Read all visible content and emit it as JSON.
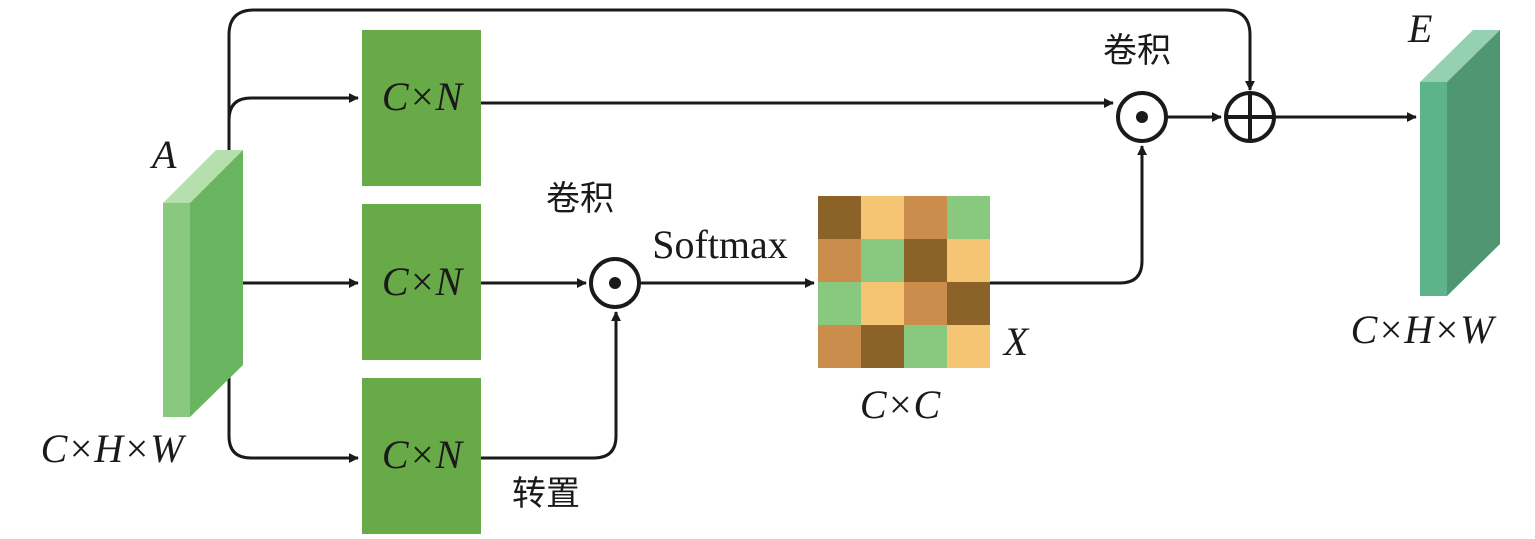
{
  "input": {
    "label": "A",
    "dims": "C×H×W"
  },
  "output": {
    "label": "E",
    "dims": "C×H×W"
  },
  "branches": [
    {
      "label": "C×N"
    },
    {
      "label": "C×N"
    },
    {
      "label": "C×N"
    }
  ],
  "ops": {
    "conv_top": "卷积",
    "conv_mid": "卷积",
    "softmax": "Softmax",
    "transpose": "转置"
  },
  "matrix": {
    "label": "X",
    "dims": "C×C",
    "cells": [
      [
        "d",
        "y",
        "o",
        "g"
      ],
      [
        "o",
        "g",
        "d",
        "y"
      ],
      [
        "g",
        "y",
        "o",
        "d"
      ],
      [
        "o",
        "d",
        "g",
        "y"
      ]
    ]
  },
  "colors": {
    "d": "#8b6329",
    "y": "#f6c574",
    "o": "#cb8d4b",
    "g": "#88c97f",
    "box": "#68a948"
  }
}
